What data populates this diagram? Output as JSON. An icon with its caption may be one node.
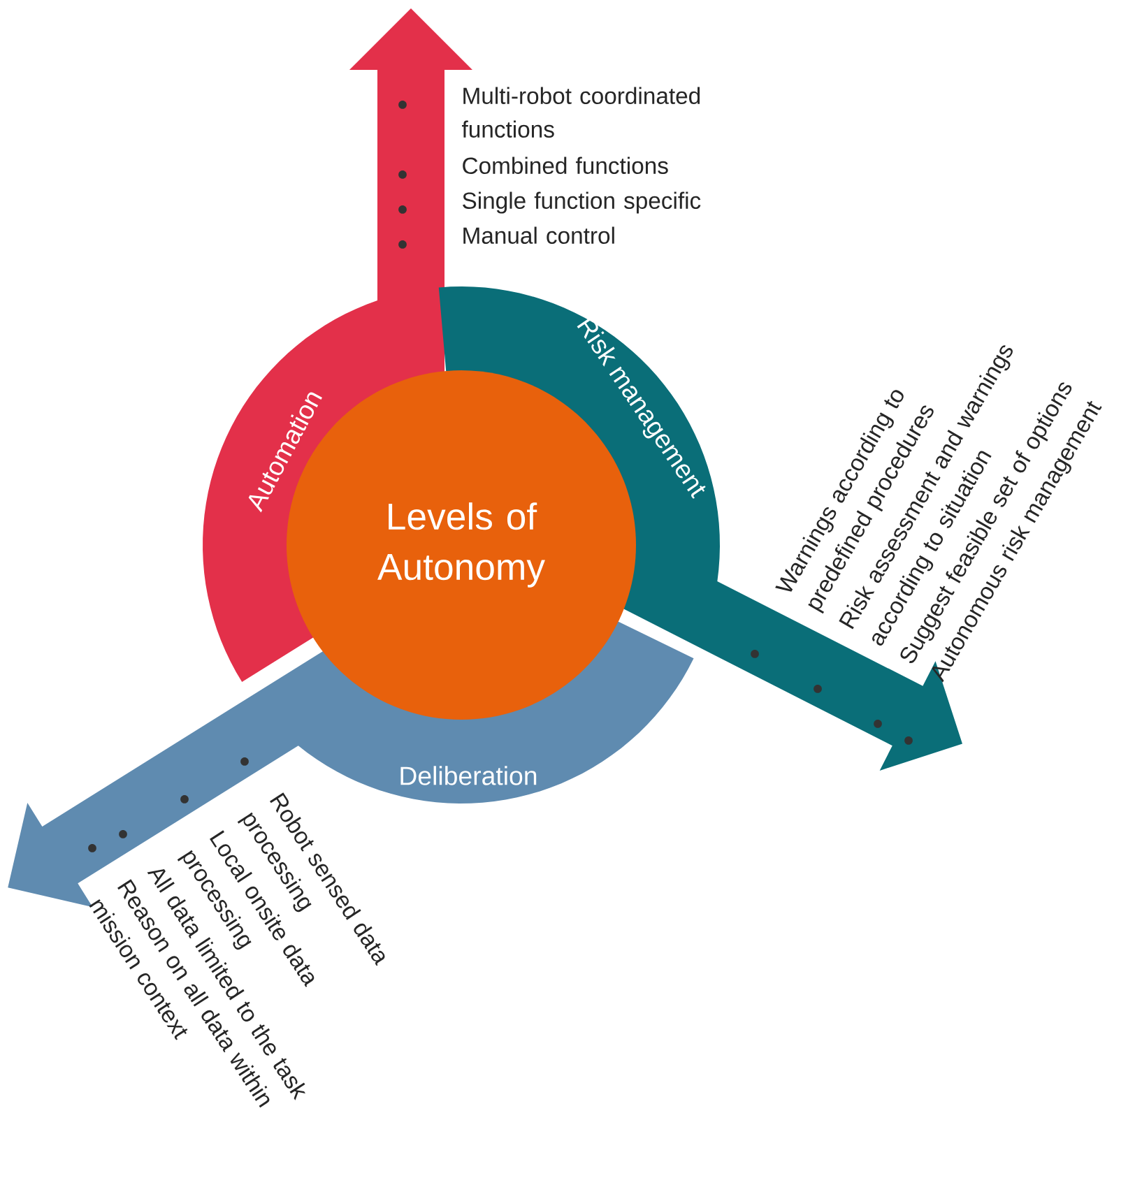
{
  "diagram": {
    "nodes": [
      {
        "text": [
          "Levels of Autonomy"
        ]
      },
      {
        "text": [
          "Automation"
        ],
        "beside": [
          "Multi-robot coordinated functions",
          "Combined functions",
          "Single function specific",
          "Manual control"
        ]
      },
      {
        "text": [
          "Risk management"
        ],
        "beside": [
          "Warnings according to predefined procedures",
          "Risk assessment and warnings according to situation",
          "Suggest feasible set of options",
          "Autonomous risk management"
        ]
      },
      {
        "text": [
          "Deliberation"
        ],
        "beside": [
          "Robot sensed data processing",
          "Local onsite data processing",
          "All data limited to the task",
          "Reason on all data within mission context"
        ]
      }
    ]
  }
}
